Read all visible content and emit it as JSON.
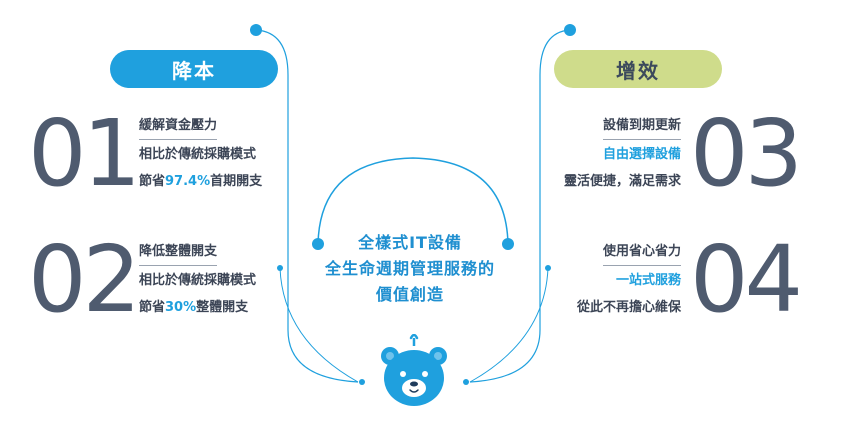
{
  "left_pill": "降本",
  "right_pill": "增效",
  "items": [
    {
      "num": "01",
      "title": "緩解資金壓力",
      "line2": "相比於傳統採購模式",
      "line3_pre": "節省",
      "line3_hl": "97.4%",
      "line3_post": "首期開支"
    },
    {
      "num": "02",
      "title": "降低整體開支",
      "line2": "相比於傳統採購模式",
      "line3_pre": "節省",
      "line3_hl": "30%",
      "line3_post": "整體開支"
    },
    {
      "num": "03",
      "title": "設備到期更新",
      "line2": "自由選擇設備",
      "line3": "靈活便捷，滿足需求"
    },
    {
      "num": "04",
      "title": "使用省心省力",
      "line2": "一站式服務",
      "line3": "從此不再擔心維保"
    }
  ],
  "center": {
    "line1": "全樣式IT設備",
    "line2": "全生命週期管理服務的",
    "line3": "價值創造"
  },
  "colors": {
    "blue": "#1fa0de",
    "green": "#cfdc8b",
    "number": "#4f5b6f",
    "text": "#3c4556"
  },
  "icons": [
    "bear-mascot-icon"
  ]
}
